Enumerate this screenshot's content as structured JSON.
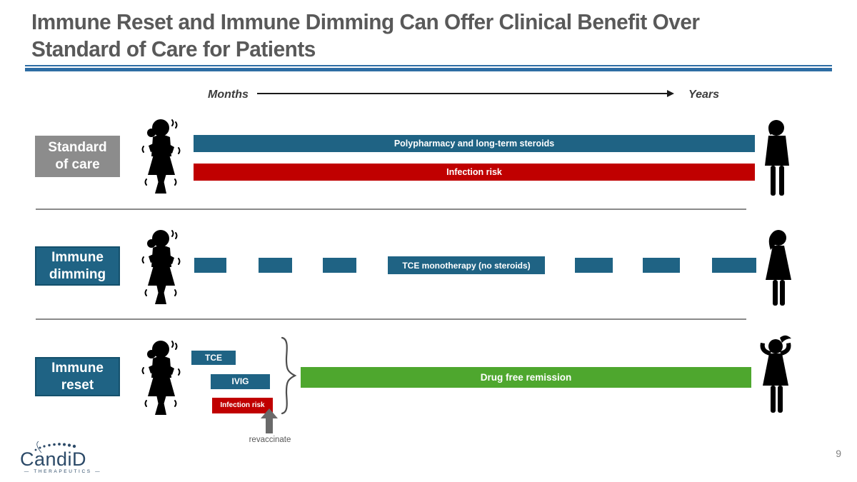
{
  "slide": {
    "title_line1": "Immune Reset and Immune Dimming Can Offer Clinical Benefit Over",
    "title_line2": "Standard of Care for Patients",
    "page_number": "9"
  },
  "timeline": {
    "left_label": "Months",
    "right_label": "Years"
  },
  "rows": [
    {
      "name": "standard-of-care",
      "label_line1": "Standard",
      "label_line2": "of care",
      "arrows": [
        {
          "label": "Polypharmacy and long-term steroids",
          "color": "#1f6384"
        },
        {
          "label": "Infection risk",
          "color": "#c00000"
        }
      ],
      "patient_start": "sick-trembling-woman",
      "patient_end": "declining-woman"
    },
    {
      "name": "immune-dimming",
      "label_line1": "Immune",
      "label_line2": "dimming",
      "dashed_arrow_label": "TCE monotherapy (no steroids)",
      "dashed_arrow_color": "#1f6384",
      "patient_start": "sick-trembling-woman",
      "patient_end": "stable-woman"
    },
    {
      "name": "immune-reset",
      "label_line1": "Immune",
      "label_line2": "reset",
      "small_arrows": [
        {
          "label": "TCE",
          "color": "#1f6384"
        },
        {
          "label": "IVIG",
          "color": "#1f6384"
        },
        {
          "label": "Infection risk",
          "color": "#c00000"
        }
      ],
      "main_arrow": {
        "label": "Drug free remission",
        "color": "#4ea72e"
      },
      "annotation": "revaccinate",
      "patient_start": "sick-trembling-woman",
      "patient_end": "celebrating-woman"
    }
  ],
  "logo": {
    "name": "CandiD",
    "subtitle": "THERAPEUTICS"
  },
  "icons": {
    "patient_left": "sick-patient-icon",
    "row1_right": "declining-patient-icon",
    "row2_right": "stable-patient-icon",
    "row3_right": "recovered-patient-icon",
    "revaccinate": "up-arrow-icon",
    "timeline": "right-arrow-icon",
    "brace": "curly-brace"
  },
  "colors": {
    "teal": "#1f6384",
    "red": "#c00000",
    "green": "#4ea72e",
    "gray_box": "#8c8c8c",
    "accent_rule": "#2e6da4",
    "title_text": "#595959",
    "divider": "#8a8a8a",
    "annotation_gray": "#6a6a6a",
    "logo_navy": "#2c4a68"
  }
}
